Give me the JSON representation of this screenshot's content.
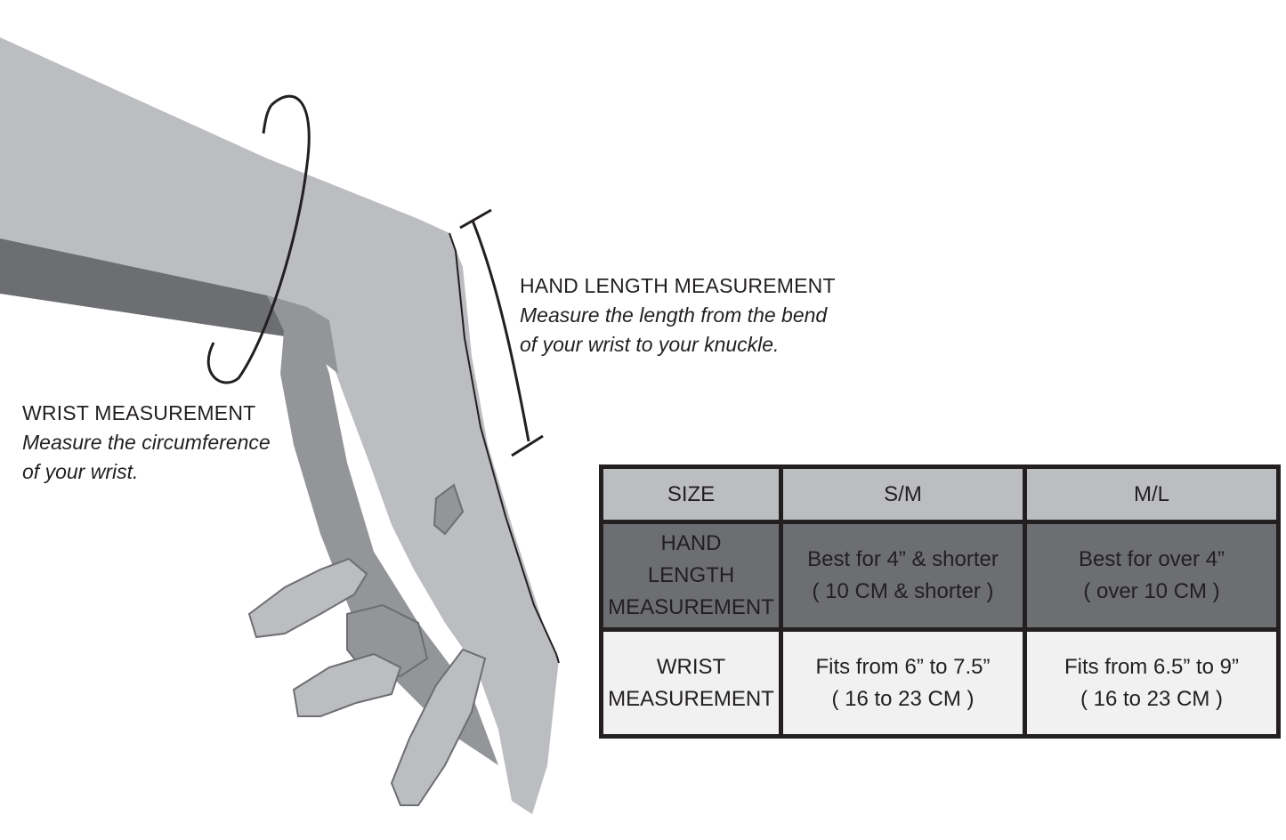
{
  "colors": {
    "arm_light": "#bcbdc0",
    "arm_mid": "#939598",
    "arm_dark": "#6d6e71",
    "outline": "#231f20",
    "table_head": "#bcbdc0",
    "table_hand_row": "#6d6e71",
    "table_wrist_row": "#f1f1f2"
  },
  "hand_length": {
    "heading": "HAND LENGTH MEASUREMENT",
    "lines": [
      "Measure the length from the bend",
      "of your wrist to your knuckle."
    ]
  },
  "wrist": {
    "heading": "WRIST MEASUREMENT",
    "lines": [
      "Measure the circumference",
      "of your wrist."
    ]
  },
  "table": {
    "headers": [
      "SIZE",
      "S/M",
      "M/L"
    ],
    "rows": [
      {
        "label": [
          "HAND",
          "LENGTH",
          "MEASUREMENT"
        ],
        "cells": [
          [
            "Best for 4” & shorter",
            "( 10 CM & shorter )"
          ],
          [
            "Best for over 4”",
            "( over 10 CM )"
          ]
        ]
      },
      {
        "label": [
          "WRIST",
          "MEASUREMENT"
        ],
        "cells": [
          [
            "Fits from 6” to 7.5”",
            "( 16 to 23 CM )"
          ],
          [
            "Fits from 6.5” to 9”",
            "( 16 to 23 CM )"
          ]
        ]
      }
    ]
  }
}
